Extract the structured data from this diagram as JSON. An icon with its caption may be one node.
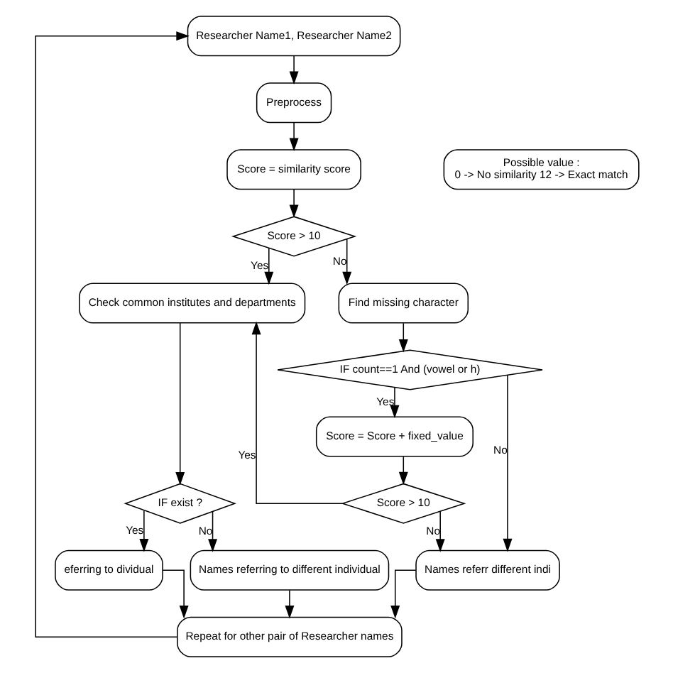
{
  "diagram": {
    "nodes": [
      {
        "text": [
          "Researcher Name1, Researcher Name2"
        ]
      },
      {
        "text": [
          "Preprocess"
        ]
      },
      {
        "text": [
          "Score = similarity score"
        ]
      },
      {
        "text": [
          "Possible value :",
          "0 -> No similarity 12 -> Exact match"
        ]
      },
      {
        "text": [
          "Score > 10"
        ]
      },
      {
        "text": [
          "Check common institutes and departments"
        ]
      },
      {
        "text": [
          "Find missing character"
        ]
      },
      {
        "text": [
          "IF exist ?"
        ]
      },
      {
        "text": [
          "eferring to dividual"
        ]
      },
      {
        "text": [
          "Names referring to different individual"
        ]
      },
      {
        "text": [
          "IF count==1 And (vowel or h)"
        ]
      },
      {
        "text": [
          "Score = Score + fixed_value"
        ]
      },
      {
        "text": [
          "Names referr different indi"
        ]
      },
      {
        "text": [
          "Score > 10"
        ]
      },
      {
        "text": [
          "Repeat for other pair of Researcher names"
        ]
      }
    ],
    "edges": [
      {
        "from": 0,
        "to": 1,
        "arrow": "to"
      },
      {
        "from": 1,
        "to": 2,
        "arrow": "to"
      },
      {
        "from": 2,
        "to": 4,
        "arrow": "to"
      },
      {
        "from": 4,
        "to": 5,
        "arrow": "to",
        "label": "Yes"
      },
      {
        "from": 4,
        "to": 6,
        "arrow": "to",
        "label": "No"
      },
      {
        "from": 5,
        "to": 7,
        "arrow": "to"
      },
      {
        "from": 7,
        "to": 8,
        "arrow": "to",
        "label": "Yes"
      },
      {
        "from": 7,
        "to": 9,
        "arrow": "to",
        "label": "No"
      },
      {
        "from": 6,
        "to": 10,
        "arrow": "to"
      },
      {
        "from": 10,
        "to": 11,
        "arrow": "to",
        "label": "Yes"
      },
      {
        "from": 10,
        "to": 12,
        "arrow": "to",
        "label": "No"
      },
      {
        "from": 11,
        "to": 13,
        "arrow": "to"
      },
      {
        "from": 13,
        "to": 5,
        "arrow": "to",
        "label": "Yes"
      },
      {
        "from": 13,
        "to": 12,
        "arrow": "to",
        "label": "No"
      },
      {
        "from": 9,
        "to": 14,
        "arrow": "to"
      },
      {
        "from": 8,
        "to": 14,
        "arrow": "to"
      },
      {
        "from": 12,
        "to": 14,
        "arrow": "to"
      },
      {
        "from": 14,
        "to": 0,
        "arrow": "to"
      }
    ]
  }
}
